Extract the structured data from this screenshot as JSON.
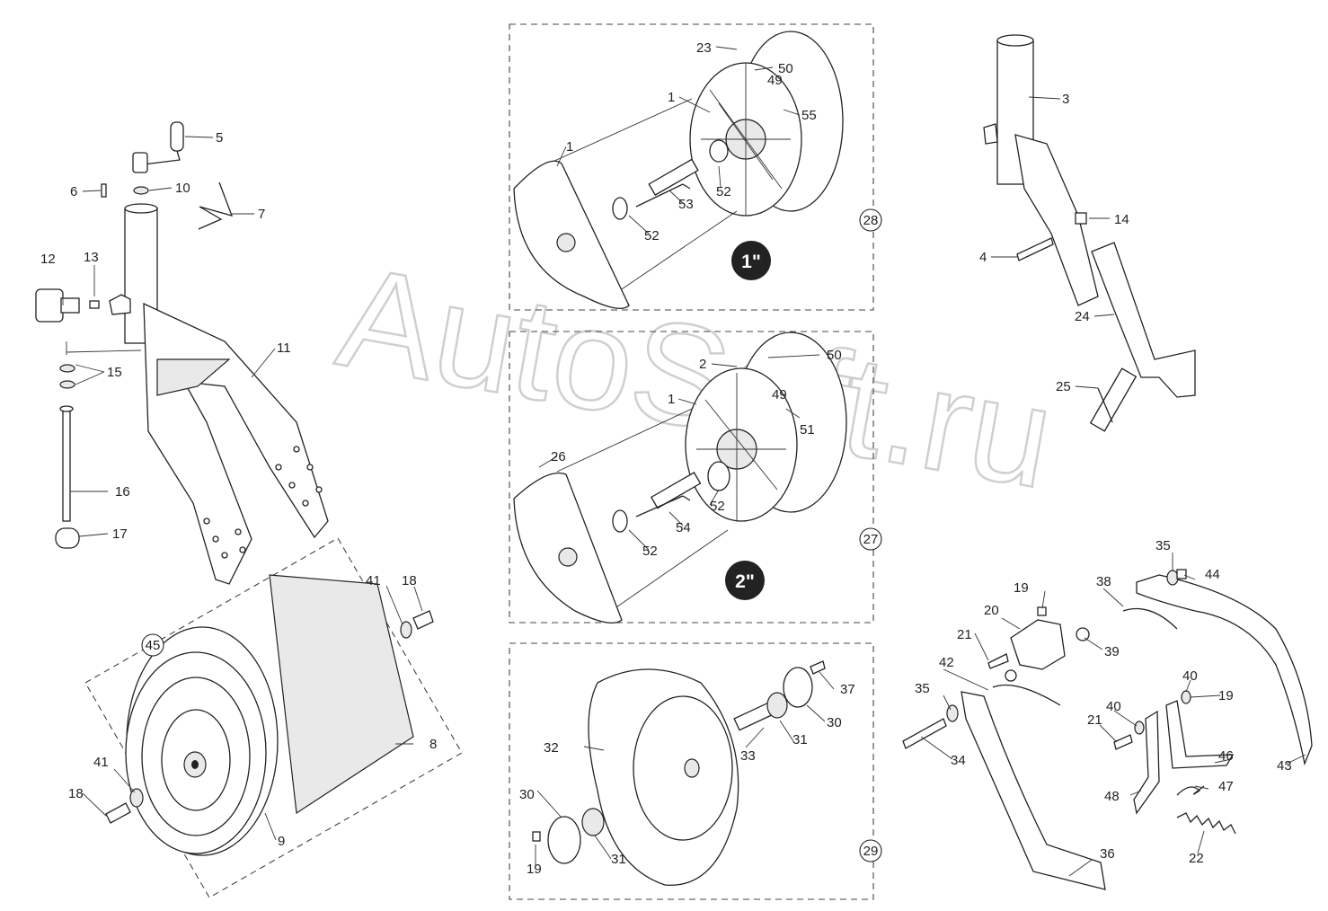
{
  "watermark": "AutoSoft.ru",
  "labels": [
    "1",
    "1",
    "1",
    "2",
    "3",
    "4",
    "5",
    "6",
    "7",
    "8",
    "9",
    "10",
    "11",
    "12",
    "13",
    "14",
    "15",
    "16",
    "17",
    "18",
    "18",
    "19",
    "19",
    "19",
    "20",
    "21",
    "21",
    "22",
    "23",
    "24",
    "25",
    "26",
    "30",
    "30",
    "31",
    "31",
    "32",
    "33",
    "34",
    "35",
    "35",
    "36",
    "37",
    "38",
    "39",
    "40",
    "40",
    "41",
    "41",
    "42",
    "43",
    "44",
    "46",
    "47",
    "48",
    "49",
    "49",
    "50",
    "50",
    "51",
    "52",
    "52",
    "52",
    "52",
    "53",
    "54",
    "55"
  ],
  "circled": [
    "28",
    "27",
    "29",
    "45"
  ],
  "badges": [
    "1\"",
    "2\""
  ]
}
